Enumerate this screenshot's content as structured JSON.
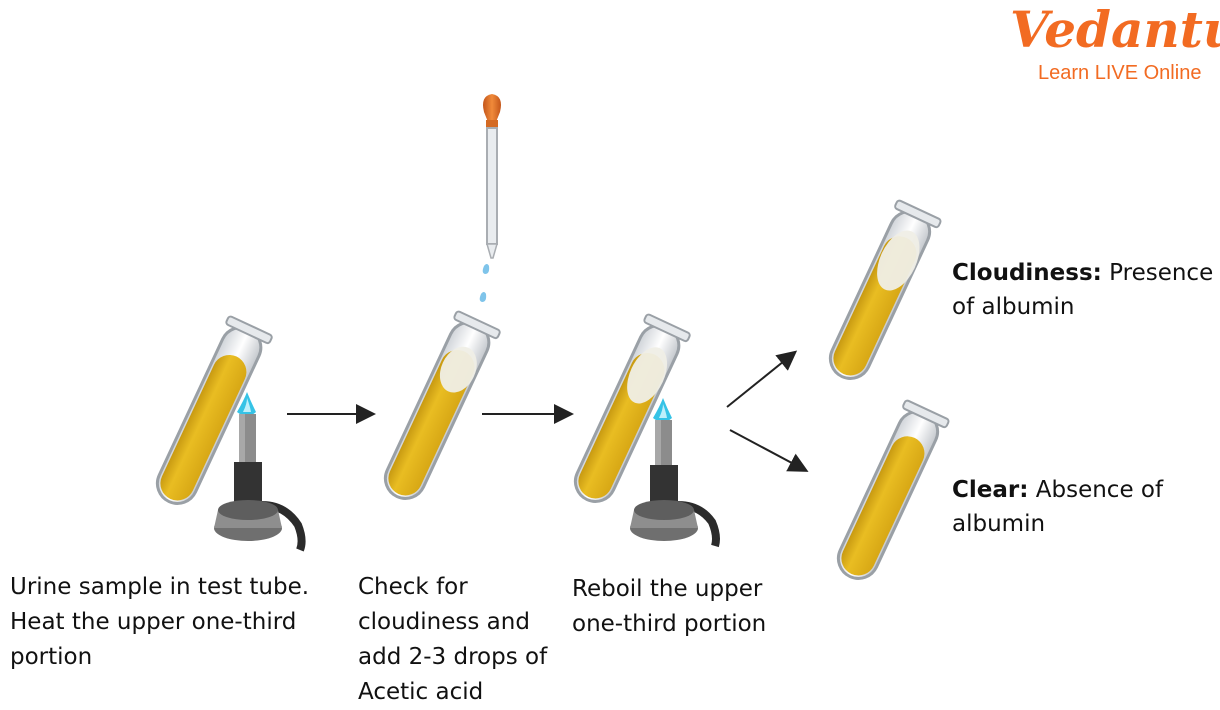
{
  "logo": {
    "brand": "Vedantu",
    "tagline": "Learn LIVE Online"
  },
  "steps": [
    {
      "lines": [
        "Urine sample in test tube.",
        "Heat the upper one-third",
        "portion"
      ]
    },
    {
      "lines": [
        "Check for",
        "cloudiness and",
        "add 2-3 drops of",
        "Acetic acid"
      ]
    },
    {
      "lines": [
        "Reboil the upper",
        "one-third portion"
      ]
    }
  ],
  "results": [
    {
      "term": "Cloudiness:",
      "desc_line1": "Presence",
      "desc_line2": "of albumin"
    },
    {
      "term": "Clear:",
      "desc_line1": "Absence of",
      "desc_line2": "albumin"
    }
  ],
  "colors": {
    "urine": "#e2b318",
    "urine_dark": "#c89a12",
    "brand": "#f26b22",
    "flame": "#36c3e6",
    "precipitate": "#efeee6",
    "drop": "#7fc4ea"
  }
}
